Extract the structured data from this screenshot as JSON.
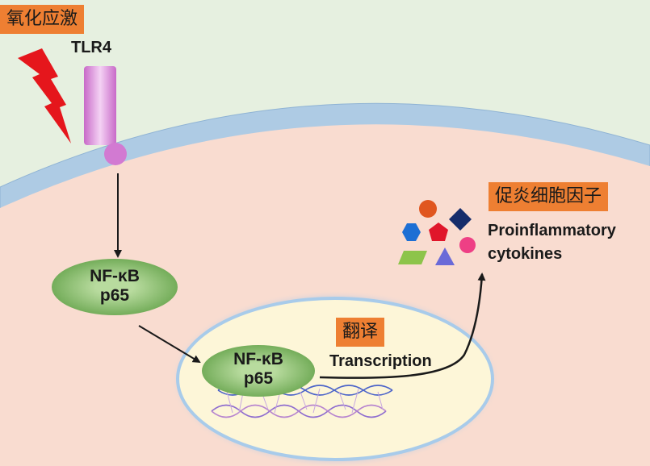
{
  "labels": {
    "stress_cn": "氧化应激",
    "receptor": "TLR4",
    "nfkb_cyto_line1": "NF-κB",
    "nfkb_cyto_line2": "p65",
    "nfkb_nuc_line1": "NF-κB",
    "nfkb_nuc_line2": "p65",
    "translation_cn": "翻译",
    "transcription": "Transcription",
    "cytokines_cn": "促炎细胞因子",
    "cytokines_line1": "Proinflammatory",
    "cytokines_line2": "cytokines"
  },
  "colors": {
    "extracellular": "#e6f0e0",
    "cytoplasm": "#f9dcd0",
    "membrane": "#aecbe4",
    "nucleus": "#fdf6d8",
    "nf_kb": "#7cb361",
    "tlr4": "#dc8fdc",
    "label_bg": "#ee7f32",
    "lightning": "#e5161c"
  }
}
